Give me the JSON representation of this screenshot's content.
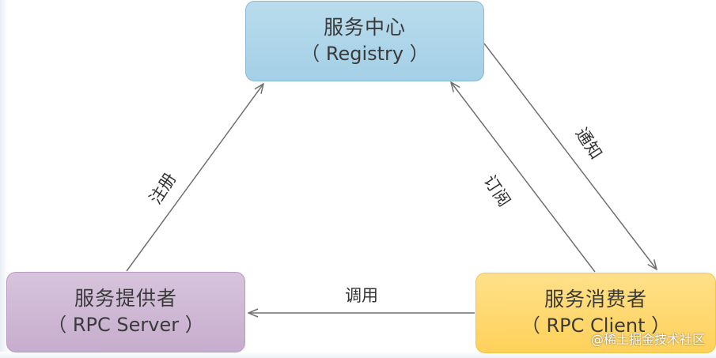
{
  "nodes": {
    "registry": {
      "title": "服务中心",
      "subtitle": "（ Registry ）"
    },
    "provider": {
      "title": "服务提供者",
      "subtitle": "（ RPC  Server ）"
    },
    "consumer": {
      "title": "服务消费者",
      "subtitle": "（ RPC  Client ）"
    }
  },
  "edges": {
    "register": "注册",
    "subscribe": "订阅",
    "notify": "通知",
    "invoke": "调用"
  },
  "colors": {
    "registry": "#a9d2e8",
    "provider": "#ccb5d2",
    "consumer": "#ffd766",
    "arrow": "#707070"
  },
  "watermark": "@稀土掘金技术社区"
}
